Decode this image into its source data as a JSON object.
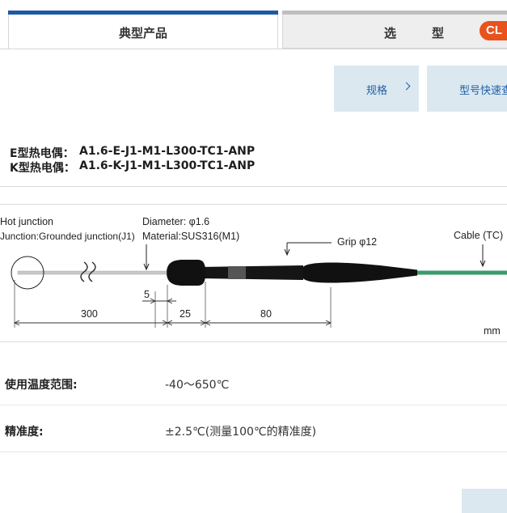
{
  "tabs": [
    {
      "label": "典型产品",
      "active": true
    },
    {
      "label": "选型",
      "active": false,
      "badge": "CL"
    }
  ],
  "buttons": {
    "spec": "规格",
    "quick": "型号快速查"
  },
  "models": [
    {
      "label": "E型热电偶：",
      "code": "A1.6-E-J1-M1-L300-TC1-ANP"
    },
    {
      "label": "K型热电偶：",
      "code": "A1.6-K-J1-M1-L300-TC1-ANP"
    }
  ],
  "diagram": {
    "hot_junction": "Hot junction",
    "junction": "Junction:Grounded junction(J1)",
    "diameter": "Diameter: φ1.6",
    "material": "Material:SUS316(M1)",
    "grip": "Grip φ12",
    "cable": "Cable (TC)",
    "dim_300": "300",
    "dim_5": "5",
    "dim_25": "25",
    "dim_80": "80",
    "unit": "mm",
    "colors": {
      "cable": "#3a9a6a",
      "body": "#111111",
      "sheath": "#c8c8c8"
    }
  },
  "specs": [
    {
      "key": "使用温度范围:",
      "value": "-40～650℃"
    },
    {
      "key": "精准度:",
      "value": "±2.5℃(测量100℃的精准度)"
    }
  ]
}
